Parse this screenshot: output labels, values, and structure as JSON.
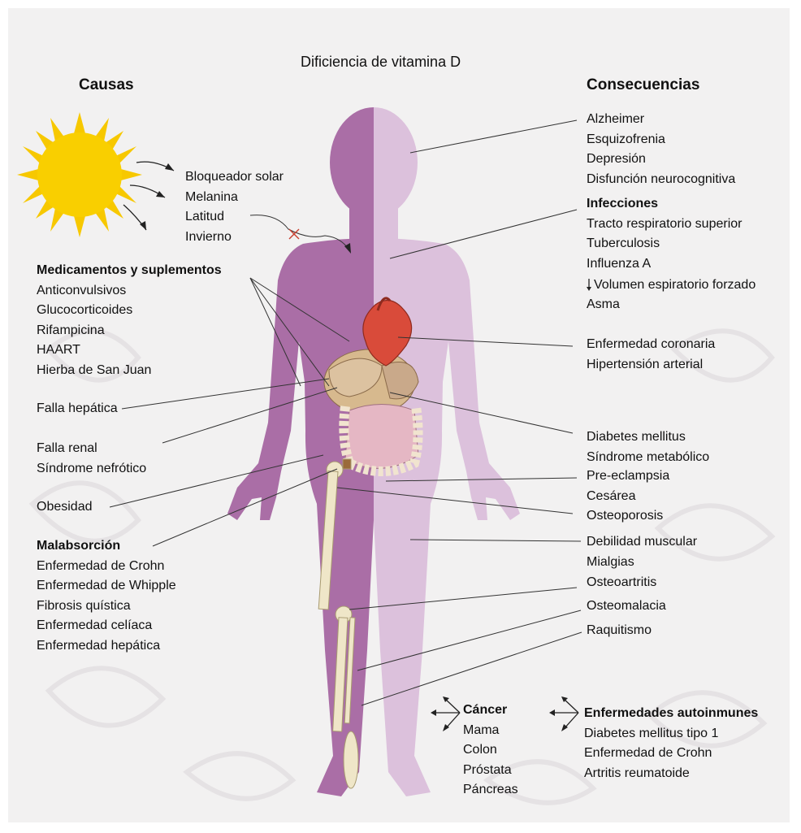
{
  "title": "Dificiencia de vitamina D",
  "causes": {
    "heading": "Causas",
    "sun_factors": [
      "Bloqueador solar",
      "Melanina",
      "Latitud",
      "Invierno"
    ],
    "medications": {
      "heading": "Medicamentos y suplementos",
      "items": [
        "Anticonvulsivos",
        "Glucocorticoides",
        "Rifampicina",
        "HAART",
        "Hierba de San Juan"
      ]
    },
    "liver": "Falla hepática",
    "kidney": [
      "Falla renal",
      "Síndrome nefrótico"
    ],
    "obesity": "Obesidad",
    "malabsorption": {
      "heading": "Malabsorción",
      "items": [
        "Enfermedad de Crohn",
        "Enfermedad de Whipple",
        "Fibrosis quística",
        "Enfermedad celíaca",
        "Enfermedad hepática"
      ]
    }
  },
  "consequences": {
    "heading": "Consecuencias",
    "brain": [
      "Alzheimer",
      "Esquizofrenia",
      "Depresión",
      "Disfunción neurocognitiva"
    ],
    "infections": {
      "heading": "Infecciones",
      "items": [
        "Tracto respiratorio superior",
        "Tuberculosis",
        "Influenza A"
      ]
    },
    "lung": [
      "Volumen espiratorio forzado",
      "Asma"
    ],
    "heart": [
      "Enfermedad coronaria",
      "Hipertensión arterial"
    ],
    "metabolic": [
      "Diabetes mellitus",
      "Síndrome metabólico"
    ],
    "pregnancy": [
      "Pre-eclampsia",
      "Cesárea"
    ],
    "osteoporosis": "Osteoporosis",
    "muscle": [
      "Debilidad muscular",
      "Mialgias"
    ],
    "osteoarthritis": "Osteoartritis",
    "osteomalacia": "Osteomalacia",
    "rickets": "Raquitismo",
    "cancer": {
      "heading": "Cáncer",
      "items": [
        "Mama",
        "Colon",
        "Próstata",
        "Páncreas"
      ]
    },
    "autoimmune": {
      "heading": "Enfermedades autoinmunes",
      "items": [
        "Diabetes mellitus tipo 1",
        "Enfermedad de Crohn",
        "Artritis reumatoide"
      ]
    }
  },
  "colors": {
    "background": "#f2f1f1",
    "body_dark": "#aa6ea6",
    "body_light": "#dcc1dc",
    "sun": "#f7c800",
    "heart": "#d94b3a",
    "bone": "#efe6c8"
  }
}
